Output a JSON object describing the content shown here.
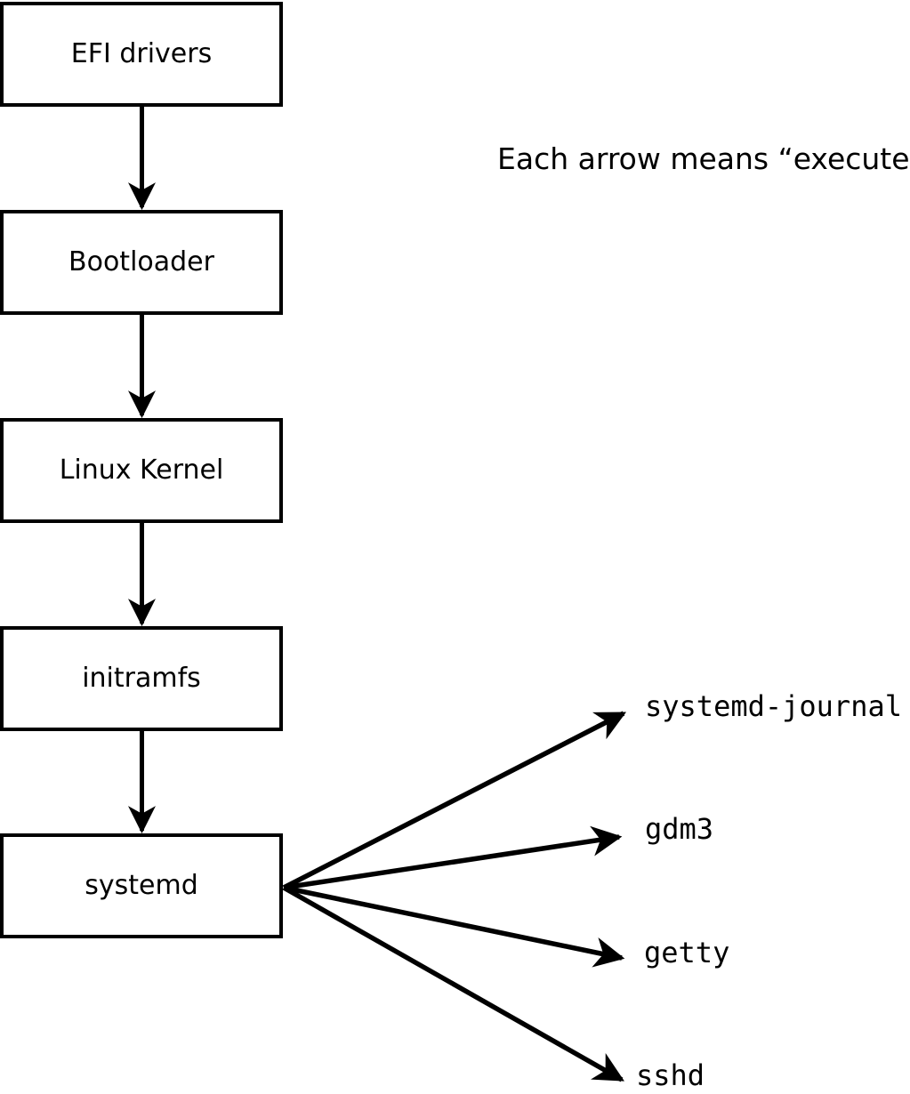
{
  "diagram": {
    "note": "Each arrow means “executes”.",
    "chain": [
      {
        "label": "EFI drivers"
      },
      {
        "label": "Bootloader"
      },
      {
        "label": "Linux Kernel"
      },
      {
        "label": "initramfs"
      },
      {
        "label": "systemd"
      }
    ],
    "spawned": [
      {
        "label": "systemd-journal"
      },
      {
        "label": "gdm3"
      },
      {
        "label": "getty"
      },
      {
        "label": "sshd"
      }
    ],
    "colors": {
      "line": "#000000",
      "box_border": "#000000",
      "box_fill": "#ffffff",
      "background": "#ffffff",
      "text": "#000000"
    }
  }
}
